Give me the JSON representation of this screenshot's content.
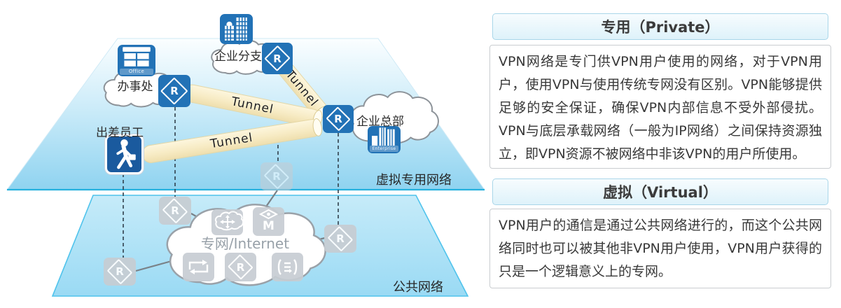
{
  "panels": [
    {
      "title": "专用（Private）",
      "body": "VPN网络是专门供VPN用户使用的网络，对于VPN用户，使用VPN与使用传统专网没有区别。VPN能够提供足够的安全保证，确保VPN内部信息不受外部侵扰。VPN与底层承载网络（一般为IP网络）之间保持资源独立，即VPN资源不被网络中非该VPN的用户所使用。"
    },
    {
      "title": "虚拟（Virtual）",
      "body": "VPN用户的通信是通过公共网络进行的，而这个公共网络同时也可以被其他非VPN用户使用，VPN用户获得的只是一个逻辑意义上的专网。"
    }
  ],
  "diagram": {
    "layer_labels": {
      "top": "虚拟专用网络",
      "bottom": "公共网络"
    },
    "cloud_label": "专网/Internet",
    "tunnel_label": "Tunnel",
    "router_letter": "R",
    "switch_letter": "M",
    "nodes": {
      "branch": {
        "label": "企业分支"
      },
      "office": {
        "label": "办事处",
        "caption": "Office"
      },
      "employee": {
        "label": "出差员工"
      },
      "hq": {
        "label": "企业总部",
        "caption": "Enterprise"
      }
    },
    "colors": {
      "node_blue": "#2272b6",
      "employee_blue": "#1a5a9e",
      "tunnel_fill": "#f7ebc4",
      "layer_top_blue": "#8fd3f0",
      "layer_bottom_blue": "#a3ddf5",
      "gray_device": "#c7cdd3",
      "panel_title_border": "#a9d6e9"
    }
  }
}
